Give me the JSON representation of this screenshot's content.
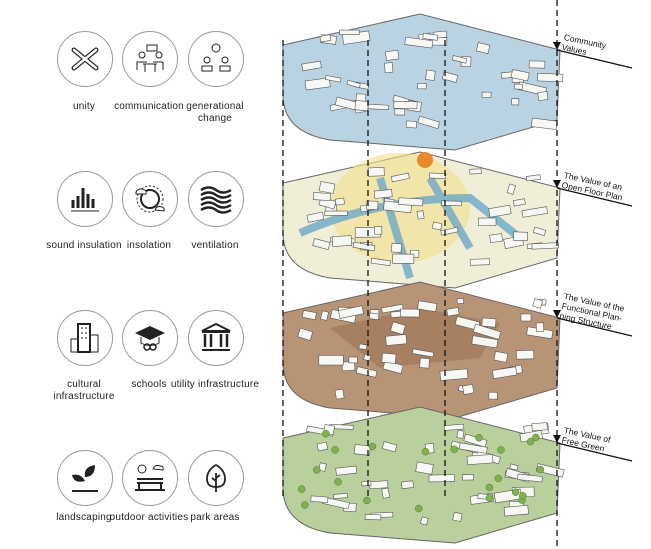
{
  "values": [
    {
      "label": "unity",
      "icon": "hands-icon"
    },
    {
      "label": "communication",
      "icon": "meeting-icon"
    },
    {
      "label": "generational change",
      "icon": "people-exchange-icon"
    },
    {
      "label": "sound insulation",
      "icon": "sound-bars-icon"
    },
    {
      "label": "insolation",
      "icon": "sun-cloud-icon"
    },
    {
      "label": "ventilation",
      "icon": "wind-waves-icon"
    },
    {
      "label": "cultural infrastructure",
      "icon": "building-icon"
    },
    {
      "label": "schools",
      "icon": "graduation-cap-icon"
    },
    {
      "label": "utility infrastructure",
      "icon": "institution-icon"
    },
    {
      "label": "landscaping",
      "icon": "plant-icon"
    },
    {
      "label": "outdoor activities",
      "icon": "bench-icon"
    },
    {
      "label": "park areas",
      "icon": "tree-icon"
    }
  ],
  "layers": [
    {
      "label": "Community Values",
      "color": "#b9d3e3"
    },
    {
      "label": "The Value of an Open Floor Plan",
      "color": "#f1eed8"
    },
    {
      "label": "The Value of the Functional Planning Structure",
      "color": "#b89477"
    },
    {
      "label": "The Value of Free Green",
      "color": "#b9cf9c"
    }
  ],
  "layer_label_lines": [
    [
      "Community",
      "Values"
    ],
    [
      "The Value of an",
      "Open Floor Plan"
    ],
    [
      "The Value of the",
      "Functional Plan-",
      "ning Structure"
    ],
    [
      "The Value of",
      "Free Green"
    ]
  ]
}
